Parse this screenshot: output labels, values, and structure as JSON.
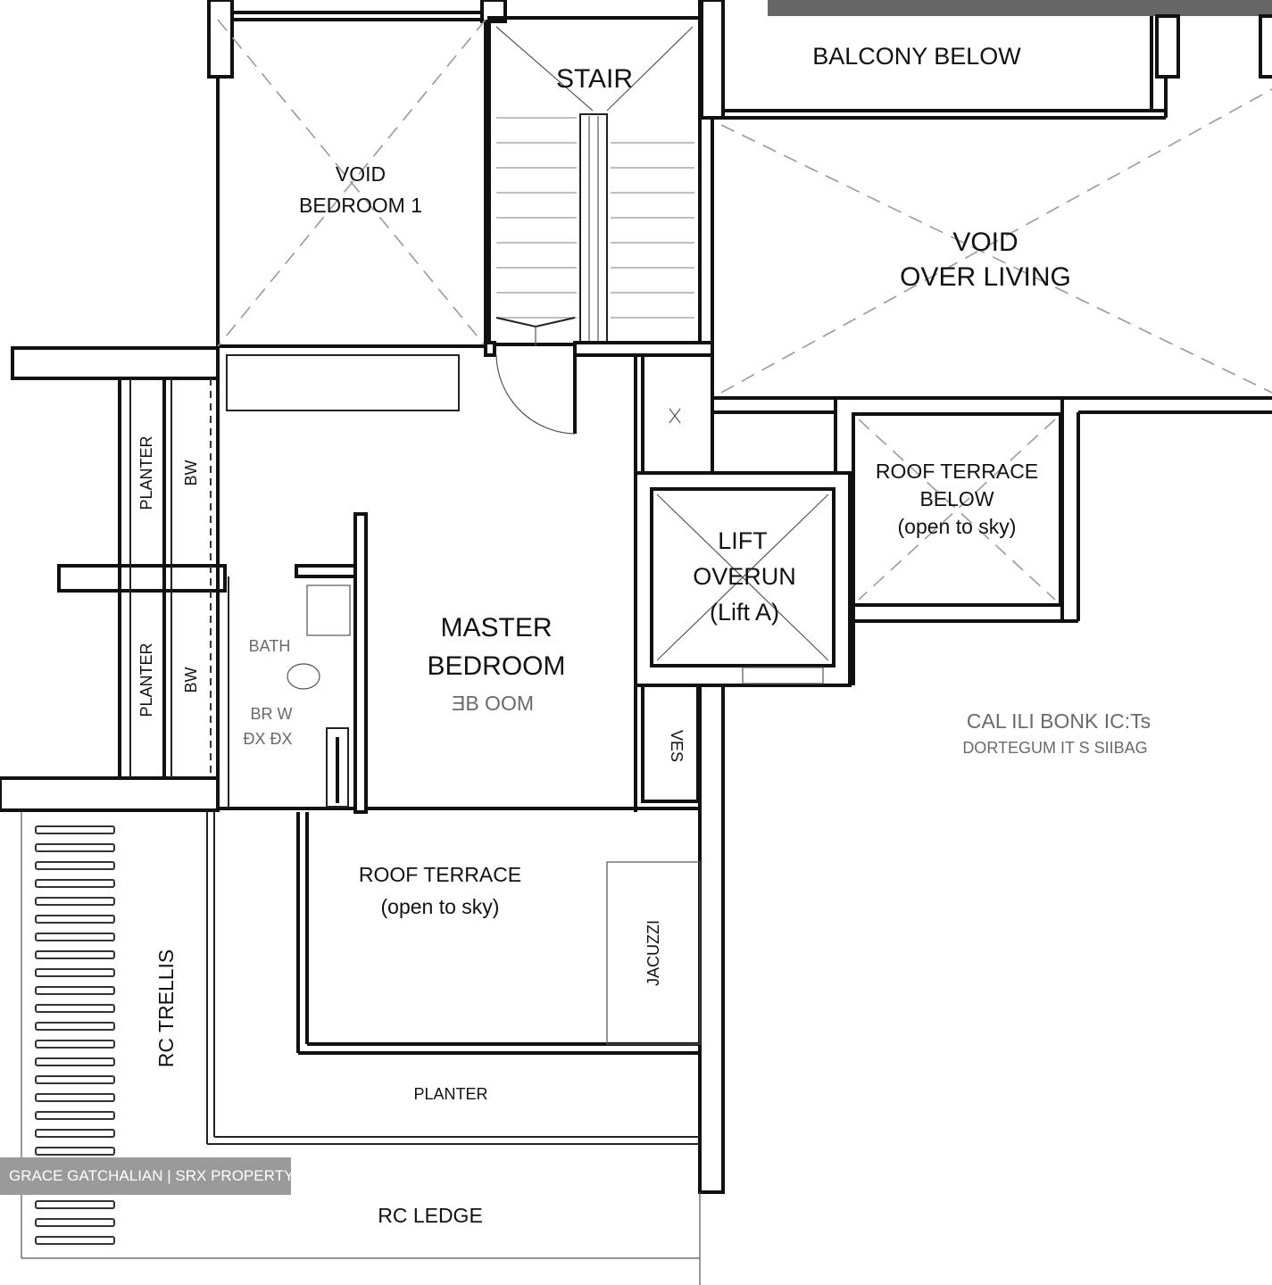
{
  "labels": {
    "stair": "STAIR",
    "balcony_below": "BALCONY BELOW",
    "void_bedroom_1": [
      "VOID",
      "BEDROOM 1"
    ],
    "void_over_living": [
      "VOID",
      "OVER LIVING"
    ],
    "planter_upper": "PLANTER",
    "bw_upper": "BW",
    "planter_lower": "PLANTER",
    "bw_lower": "BW",
    "master_bedroom": [
      "MASTER",
      "BEDROOM"
    ],
    "master_bedroom_sub": "ƎB OOM",
    "lift_overrun": [
      "LIFT",
      "OVERUN",
      "(Lift A)"
    ],
    "roof_terrace_below": [
      "ROOF TERRACE",
      "BELOW",
      "(open to sky)"
    ],
    "roof_terrace": [
      "ROOF TERRACE",
      "(open to sky)"
    ],
    "jacuzzi": "JACUZZI",
    "rc_trellis": "RC   TRELLIS",
    "planter_bottom": "PLANTER",
    "rc_ledge": "RC LEDGE",
    "ves": "VES",
    "faded_note": [
      "CAL ILI BONK IC:Ts",
      "DORTEGUM IT S SIIBAG"
    ],
    "bath_note": [
      "BATH",
      "BR W",
      "ĐX ĐX"
    ]
  },
  "watermark": "GRACE GATCHALIAN | SRX PROPERTY",
  "colors": {
    "wall": "#111111",
    "dash": "#9a9a9a",
    "watermark_bg": "#9a9a9a",
    "topbar": "#666666"
  }
}
